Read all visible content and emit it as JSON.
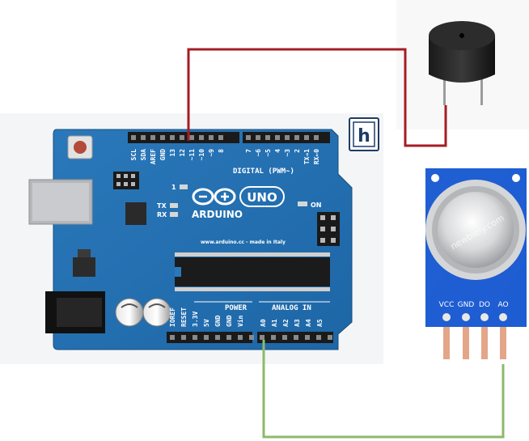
{
  "arduino": {
    "brand": "ARDUINO",
    "model": "UNO",
    "footer": "www.arduino.cc - made in Italy",
    "digital_header": "DIGITAL (PWM~)",
    "power_header": "POWER",
    "analog_header": "ANALOG IN",
    "on_label": "ON",
    "tx_label": "TX",
    "rx_label": "RX",
    "l_label": "1",
    "top_pins": [
      "SCL",
      "SDA",
      "AREF",
      "GND",
      "13",
      "12",
      "~11",
      "~10",
      "~9",
      "8",
      "7",
      "~6",
      "~5",
      "4",
      "~3",
      "2",
      "TX→1",
      "RX←0"
    ],
    "power_pins": [
      "IOREF",
      "RESET",
      "3.3V",
      "5V",
      "GND",
      "GND",
      "Vin"
    ],
    "analog_pins": [
      "A0",
      "A1",
      "A2",
      "A3",
      "A4",
      "A5"
    ]
  },
  "sensor": {
    "pins": [
      "VCC",
      "GND",
      "DO",
      "AO"
    ],
    "watermark": "newbiely.com"
  },
  "logo": {
    "letter": "h"
  },
  "colors": {
    "board": "#1f6fb2",
    "wire_red": "#a51d23",
    "wire_green": "#8cba6b",
    "sensor_board": "#1e5bd8"
  }
}
